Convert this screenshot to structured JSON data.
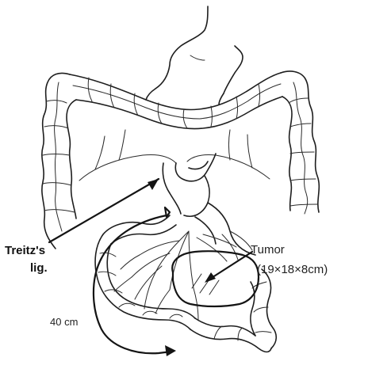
{
  "labels": {
    "treitz_line1": "Treitz's",
    "treitz_line2": "lig.",
    "tumor": "Tumor",
    "tumor_size": "(19×18×8cm)",
    "distance": "40 cm"
  },
  "colors": {
    "ink": "#1e1e1e",
    "background": "#ffffff"
  }
}
